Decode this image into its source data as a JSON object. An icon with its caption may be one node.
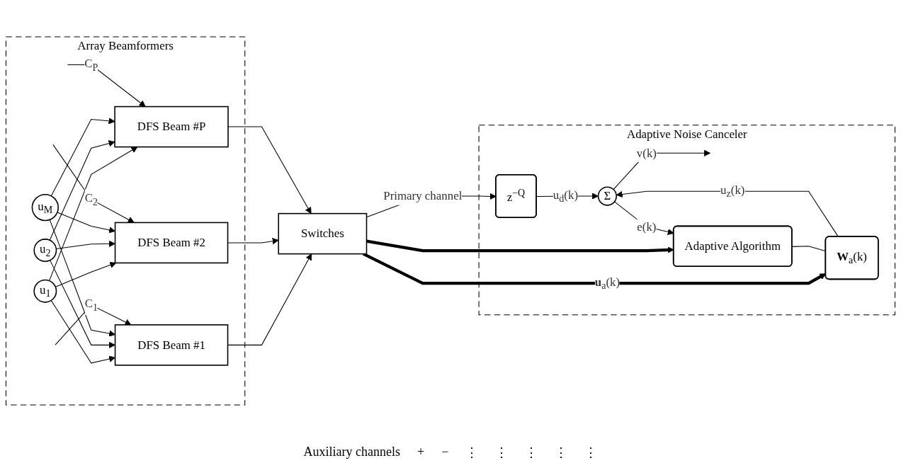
{
  "diagram": {
    "nodes": [
      {
        "text": [
          "Array Beamformers"
        ]
      },
      {
        "text": [
          "u$_{1}$"
        ],
        "in": 0
      },
      {
        "text": [
          "u$_{2}$"
        ],
        "in": 0
      },
      {
        "text": [
          "u$_{M}$"
        ],
        "in": 0
      },
      {
        "text": [
          "DFS Beam #1"
        ],
        "in": 0
      },
      {
        "text": [
          "DFS Beam #2"
        ],
        "in": 0
      },
      {
        "text": [
          "DFS Beam #P"
        ],
        "in": 0
      },
      {
        "text": [
          "Switches"
        ]
      },
      {
        "text": [
          "Adaptive Noise Canceler"
        ]
      },
      {
        "text": [
          "z$^{−Q}$"
        ],
        "in": 8
      },
      {
        "text": [
          "Σ"
        ],
        "in": 8
      },
      {
        "text": [
          "**W**$_{a}$(k)"
        ],
        "in": 8
      },
      {
        "text": [
          "Adaptive Algorithm"
        ],
        "in": 8
      }
    ],
    "edges": [
      {
        "from": 1,
        "to": 4,
        "arrow": "to"
      },
      {
        "from": 1,
        "to": 5,
        "arrow": "to"
      },
      {
        "from": 1,
        "to": 6,
        "arrow": "to"
      },
      {
        "from": 2,
        "to": 4,
        "arrow": "to"
      },
      {
        "from": 2,
        "to": 5,
        "arrow": "to"
      },
      {
        "from": 2,
        "to": 6,
        "arrow": "to"
      },
      {
        "from": 3,
        "to": 4,
        "arrow": "to"
      },
      {
        "from": 3,
        "to": 5,
        "arrow": "to"
      },
      {
        "from": 3,
        "to": 6,
        "arrow": "to"
      },
      {
        "from": null,
        "to": 4,
        "arrow": "to",
        "label": "C$_{1}$"
      },
      {
        "from": null,
        "to": 5,
        "arrow": "to",
        "label": "C$_{2}$"
      },
      {
        "from": null,
        "to": 6,
        "arrow": "to",
        "label": "C$_{P}$"
      },
      {
        "from": 4,
        "to": 7,
        "arrow": "to"
      },
      {
        "from": 5,
        "to": 7,
        "arrow": "to"
      },
      {
        "from": 6,
        "to": 7,
        "arrow": "to"
      },
      {
        "from": 7,
        "to": 9,
        "arrow": "to",
        "label": "Primary channel"
      },
      {
        "from": 7,
        "to": 11,
        "arrow": "to",
        "label": "**u**$_{a}$(k)",
        "style": "thick"
      },
      {
        "from": 7,
        "to": 12,
        "arrow": "to",
        "style": "thick"
      },
      {
        "from": 9,
        "to": 10,
        "arrow": "to",
        "label": "u$_{d}$(k)"
      },
      {
        "from": 11,
        "to": 10,
        "arrow": "to",
        "label": "u$_{z}$(k)"
      },
      {
        "from": 10,
        "to": null,
        "arrow": "to",
        "label": "v(k)"
      },
      {
        "from": 10,
        "to": 12,
        "arrow": "to",
        "label": "e(k)"
      },
      {
        "from": 12,
        "to": 11,
        "arrow": "none"
      }
    ],
    "labels": [
      "Auxiliary channels",
      "+",
      "−",
      "⋮",
      "⋮",
      "⋮",
      "⋮",
      "⋮"
    ]
  }
}
